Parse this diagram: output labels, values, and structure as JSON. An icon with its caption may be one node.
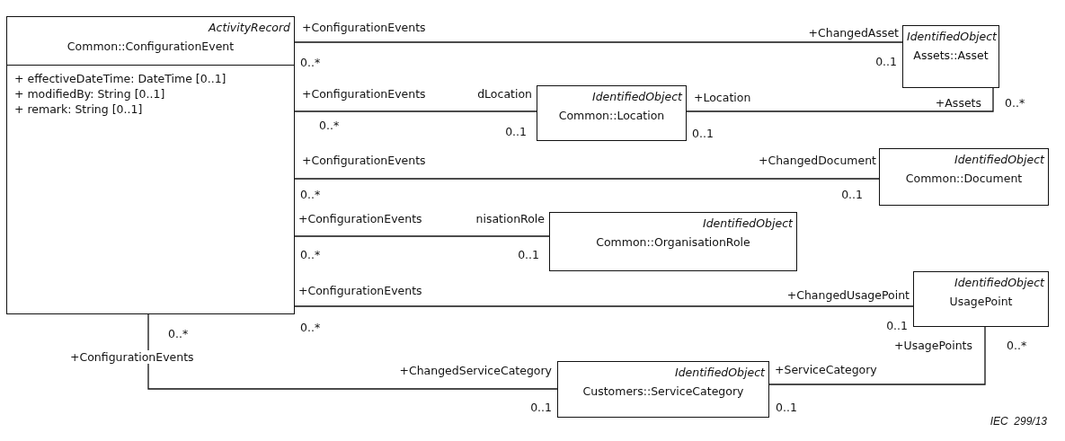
{
  "diagram": {
    "nodes": [
      {
        "text": [
          "ActivityRecord",
          "Common::ConfigurationEvent",
          "+ effectiveDateTime: DateTime [0..1]",
          "+ modifiedBy: String [0..1]",
          "+ remark: String [0..1]"
        ]
      },
      {
        "text": [
          "IdentifiedObject",
          "Assets::Asset"
        ]
      },
      {
        "text": [
          "IdentifiedObject",
          "Common::Location"
        ]
      },
      {
        "text": [
          "IdentifiedObject",
          "Common::Document"
        ]
      },
      {
        "text": [
          "IdentifiedObject",
          "Common::OrganisationRole"
        ]
      },
      {
        "text": [
          "IdentifiedObject",
          "UsagePoint"
        ]
      },
      {
        "text": [
          "IdentifiedObject",
          "Customers::ServiceCategory"
        ]
      }
    ],
    "edges": [
      {
        "from": 0,
        "to": 1,
        "arrow": "none"
      },
      {
        "from": 0,
        "to": 2,
        "arrow": "none"
      },
      {
        "from": 2,
        "to": 1,
        "arrow": "none"
      },
      {
        "from": 0,
        "to": 3,
        "arrow": "none"
      },
      {
        "from": 0,
        "to": 4,
        "arrow": "none"
      },
      {
        "from": 0,
        "to": 5,
        "arrow": "none"
      },
      {
        "from": 0,
        "to": 6,
        "arrow": "none"
      },
      {
        "from": 6,
        "to": 5,
        "arrow": "none"
      }
    ],
    "labels": [
      "+ConfigurationEvents",
      "+ChangedAsset",
      "0..*",
      "0..1",
      "+ConfigurationEvents",
      "dLocation",
      "+Location",
      "+Assets",
      "0..*",
      "0..*",
      "0..1",
      "0..1",
      "+ConfigurationEvents",
      "+ChangedDocument",
      "0..*",
      "0..1",
      "+ConfigurationEvents",
      "nisationRole",
      "0..*",
      "0..1",
      "+ConfigurationEvents",
      "+ChangedUsagePoint",
      "0..*",
      "0..1",
      "0..*",
      "+ConfigurationEvents",
      "+UsagePoints",
      "0..*",
      "+ChangedServiceCategory",
      "+ServiceCategory",
      "0..1",
      "0..1",
      "IEC  299/13"
    ]
  }
}
